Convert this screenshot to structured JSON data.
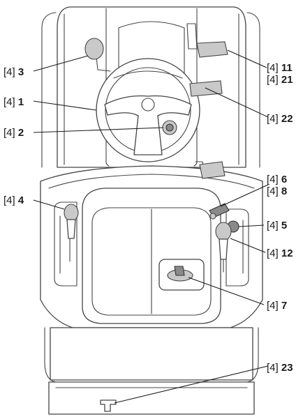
{
  "callout_prefix": "[4]",
  "callouts": [
    {
      "id": "1",
      "number": "1"
    },
    {
      "id": "2",
      "number": "2"
    },
    {
      "id": "3",
      "number": "3"
    },
    {
      "id": "4",
      "number": "4"
    },
    {
      "id": "5",
      "number": "5"
    },
    {
      "id": "6",
      "number": "6"
    },
    {
      "id": "7",
      "number": "7"
    },
    {
      "id": "8",
      "number": "8"
    },
    {
      "id": "11",
      "number": "11"
    },
    {
      "id": "12",
      "number": "12"
    },
    {
      "id": "21",
      "number": "21"
    },
    {
      "id": "22",
      "number": "22"
    },
    {
      "id": "23",
      "number": "23"
    }
  ],
  "colors": {
    "line": "#1a1a1a",
    "outline": "#444444",
    "shade": "#c9c9c9",
    "dark": "#8a8a8a"
  }
}
